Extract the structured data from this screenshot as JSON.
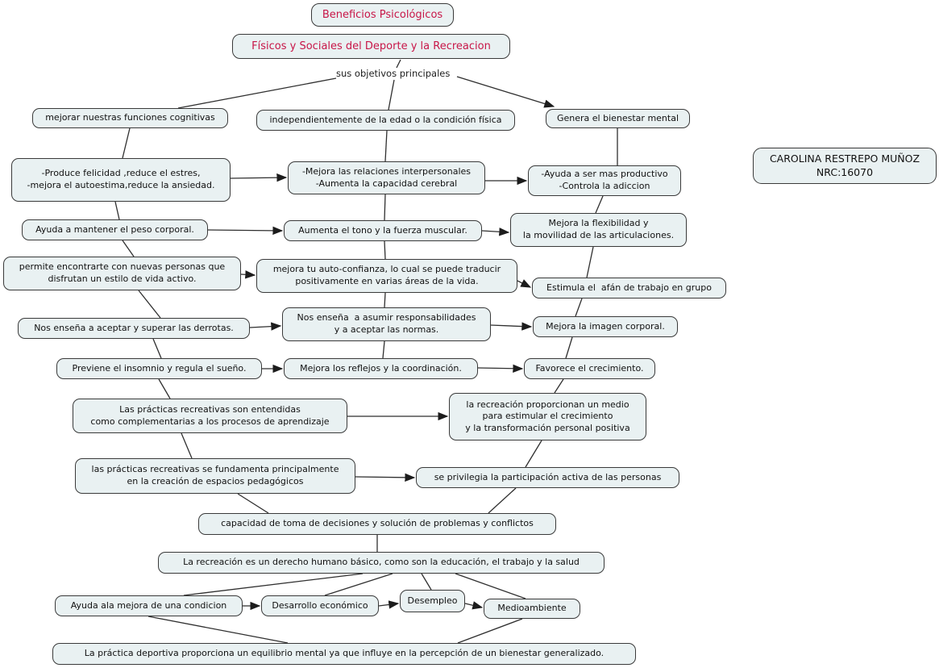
{
  "colors": {
    "node_fill": "#e9f1f2",
    "node_border": "#3a3a3a",
    "title_color": "#c81648",
    "text_color": "#111111",
    "line_color": "#2f2f2f"
  },
  "nodes": {
    "beneficios": {
      "label": "Beneficios Psicológicos"
    },
    "fisicos": {
      "label": "Físicos y Sociales del Deporte y la Recreacion"
    },
    "objetivos": {
      "label": "sus objetivos principales"
    },
    "cognitivas": {
      "label": "mejorar nuestras funciones cognitivas"
    },
    "edad": {
      "label": "independientemente de la edad o la condición física"
    },
    "bienestar": {
      "label": "Genera el bienestar mental"
    },
    "autor": {
      "label": "CAROLINA RESTREPO MUÑOZ\nNRC:16070"
    },
    "felicidad": {
      "label": "-Produce felicidad ,reduce el estres,\n-mejora el autoestima,reduce la ansiedad."
    },
    "interpersonales": {
      "label": "-Mejora las relaciones interpersonales\n-Aumenta la capacidad cerebral"
    },
    "productivo": {
      "label": "-Ayuda a ser mas productivo\n-Controla la adiccion"
    },
    "peso": {
      "label": "Ayuda a mantener el peso corporal."
    },
    "tono": {
      "label": "Aumenta el tono y la fuerza muscular."
    },
    "flexibilidad": {
      "label": "Mejora la flexibilidad y\nla movilidad de las articulaciones."
    },
    "personas": {
      "label": "permite encontrarte con nuevas personas que\ndisfrutan un estilo de vida activo."
    },
    "autoconfianza": {
      "label": "mejora tu auto-confianza, lo cual se puede traducir\npositivamente en varias áreas de la vida."
    },
    "grupo": {
      "label": "Estimula el  afán de trabajo en grupo"
    },
    "derrotas": {
      "label": "Nos enseña a aceptar y superar las derrotas."
    },
    "responsabilidades": {
      "label": "Nos enseña  a asumir responsabilidades\ny a aceptar las normas."
    },
    "imagen": {
      "label": "Mejora la imagen corporal."
    },
    "insomnio": {
      "label": "Previene el insomnio y regula el sueño."
    },
    "reflejos": {
      "label": "Mejora los reflejos y la coordinación."
    },
    "crecimiento": {
      "label": "Favorece el crecimiento."
    },
    "aprendizaje": {
      "label": "Las prácticas recreativas son entendidas\ncomo complementarias a los procesos de aprendizaje"
    },
    "medio": {
      "label": "la recreación proporcionan un medio\npara estimular el crecimiento\ny la transformación personal positiva"
    },
    "pedagogicos": {
      "label": "las prácticas recreativas se fundamenta principalmente\nen la creación de espacios pedagógicos"
    },
    "participacion": {
      "label": "se privilegia la participación activa de las personas"
    },
    "decisiones": {
      "label": "capacidad de toma de decisiones y solución de problemas y conflictos"
    },
    "derecho": {
      "label": "La recreación es un derecho humano básico, como son la educación, el trabajo y la salud"
    },
    "condicion": {
      "label": "Ayuda ala mejora de una condicion"
    },
    "desarrollo": {
      "label": "Desarrollo económico"
    },
    "desempleo": {
      "label": "Desempleo"
    },
    "medioambiente": {
      "label": "Medioambiente"
    },
    "equilibrio": {
      "label": "La práctica deportiva proporciona un equilibrio mental ya que influye en la percepción de un bienestar generalizado."
    }
  },
  "edges": [
    {
      "from": "fisicos",
      "to": "objetivos",
      "arrow": false
    },
    {
      "from": "objetivos",
      "to": "cognitivas",
      "arrow": false
    },
    {
      "from": "objetivos",
      "to": "edad",
      "arrow": false
    },
    {
      "from": "objetivos",
      "to": "bienestar",
      "arrow": true
    },
    {
      "from": "cognitivas",
      "to": "felicidad",
      "arrow": false
    },
    {
      "from": "felicidad",
      "to": "interpersonales",
      "arrow": true
    },
    {
      "from": "edad",
      "to": "interpersonales",
      "arrow": false
    },
    {
      "from": "interpersonales",
      "to": "productivo",
      "arrow": true
    },
    {
      "from": "bienestar",
      "to": "productivo",
      "arrow": false
    },
    {
      "from": "felicidad",
      "to": "peso",
      "arrow": false
    },
    {
      "from": "peso",
      "to": "tono",
      "arrow": true
    },
    {
      "from": "interpersonales",
      "to": "tono",
      "arrow": false
    },
    {
      "from": "tono",
      "to": "flexibilidad",
      "arrow": true
    },
    {
      "from": "productivo",
      "to": "flexibilidad",
      "arrow": false
    },
    {
      "from": "peso",
      "to": "personas",
      "arrow": false
    },
    {
      "from": "personas",
      "to": "autoconfianza",
      "arrow": true
    },
    {
      "from": "tono",
      "to": "autoconfianza",
      "arrow": false
    },
    {
      "from": "autoconfianza",
      "to": "grupo",
      "arrow": true
    },
    {
      "from": "flexibilidad",
      "to": "grupo",
      "arrow": false
    },
    {
      "from": "personas",
      "to": "derrotas",
      "arrow": false
    },
    {
      "from": "derrotas",
      "to": "responsabilidades",
      "arrow": true
    },
    {
      "from": "autoconfianza",
      "to": "responsabilidades",
      "arrow": false
    },
    {
      "from": "responsabilidades",
      "to": "imagen",
      "arrow": true
    },
    {
      "from": "grupo",
      "to": "imagen",
      "arrow": false
    },
    {
      "from": "derrotas",
      "to": "insomnio",
      "arrow": false
    },
    {
      "from": "insomnio",
      "to": "reflejos",
      "arrow": true
    },
    {
      "from": "responsabilidades",
      "to": "reflejos",
      "arrow": false
    },
    {
      "from": "reflejos",
      "to": "crecimiento",
      "arrow": true
    },
    {
      "from": "imagen",
      "to": "crecimiento",
      "arrow": false
    },
    {
      "from": "insomnio",
      "to": "aprendizaje",
      "arrow": false
    },
    {
      "from": "aprendizaje",
      "to": "medio",
      "arrow": true
    },
    {
      "from": "crecimiento",
      "to": "medio",
      "arrow": false
    },
    {
      "from": "aprendizaje",
      "to": "pedagogicos",
      "arrow": false
    },
    {
      "from": "pedagogicos",
      "to": "participacion",
      "arrow": true
    },
    {
      "from": "medio",
      "to": "participacion",
      "arrow": false
    },
    {
      "from": "pedagogicos",
      "to": "decisiones",
      "arrow": false
    },
    {
      "from": "participacion",
      "to": "decisiones",
      "arrow": false
    },
    {
      "from": "decisiones",
      "to": "derecho",
      "arrow": false
    },
    {
      "from": "derecho",
      "to": "condicion",
      "arrow": false
    },
    {
      "from": "derecho",
      "to": "desarrollo",
      "arrow": false
    },
    {
      "from": "derecho",
      "to": "desempleo",
      "arrow": false
    },
    {
      "from": "derecho",
      "to": "medioambiente",
      "arrow": false
    },
    {
      "from": "condicion",
      "to": "desarrollo",
      "arrow": true
    },
    {
      "from": "desarrollo",
      "to": "desempleo",
      "arrow": true
    },
    {
      "from": "desempleo",
      "to": "medioambiente",
      "arrow": true
    },
    {
      "from": "condicion",
      "to": "equilibrio",
      "arrow": false
    },
    {
      "from": "medioambiente",
      "to": "equilibrio",
      "arrow": false
    }
  ]
}
